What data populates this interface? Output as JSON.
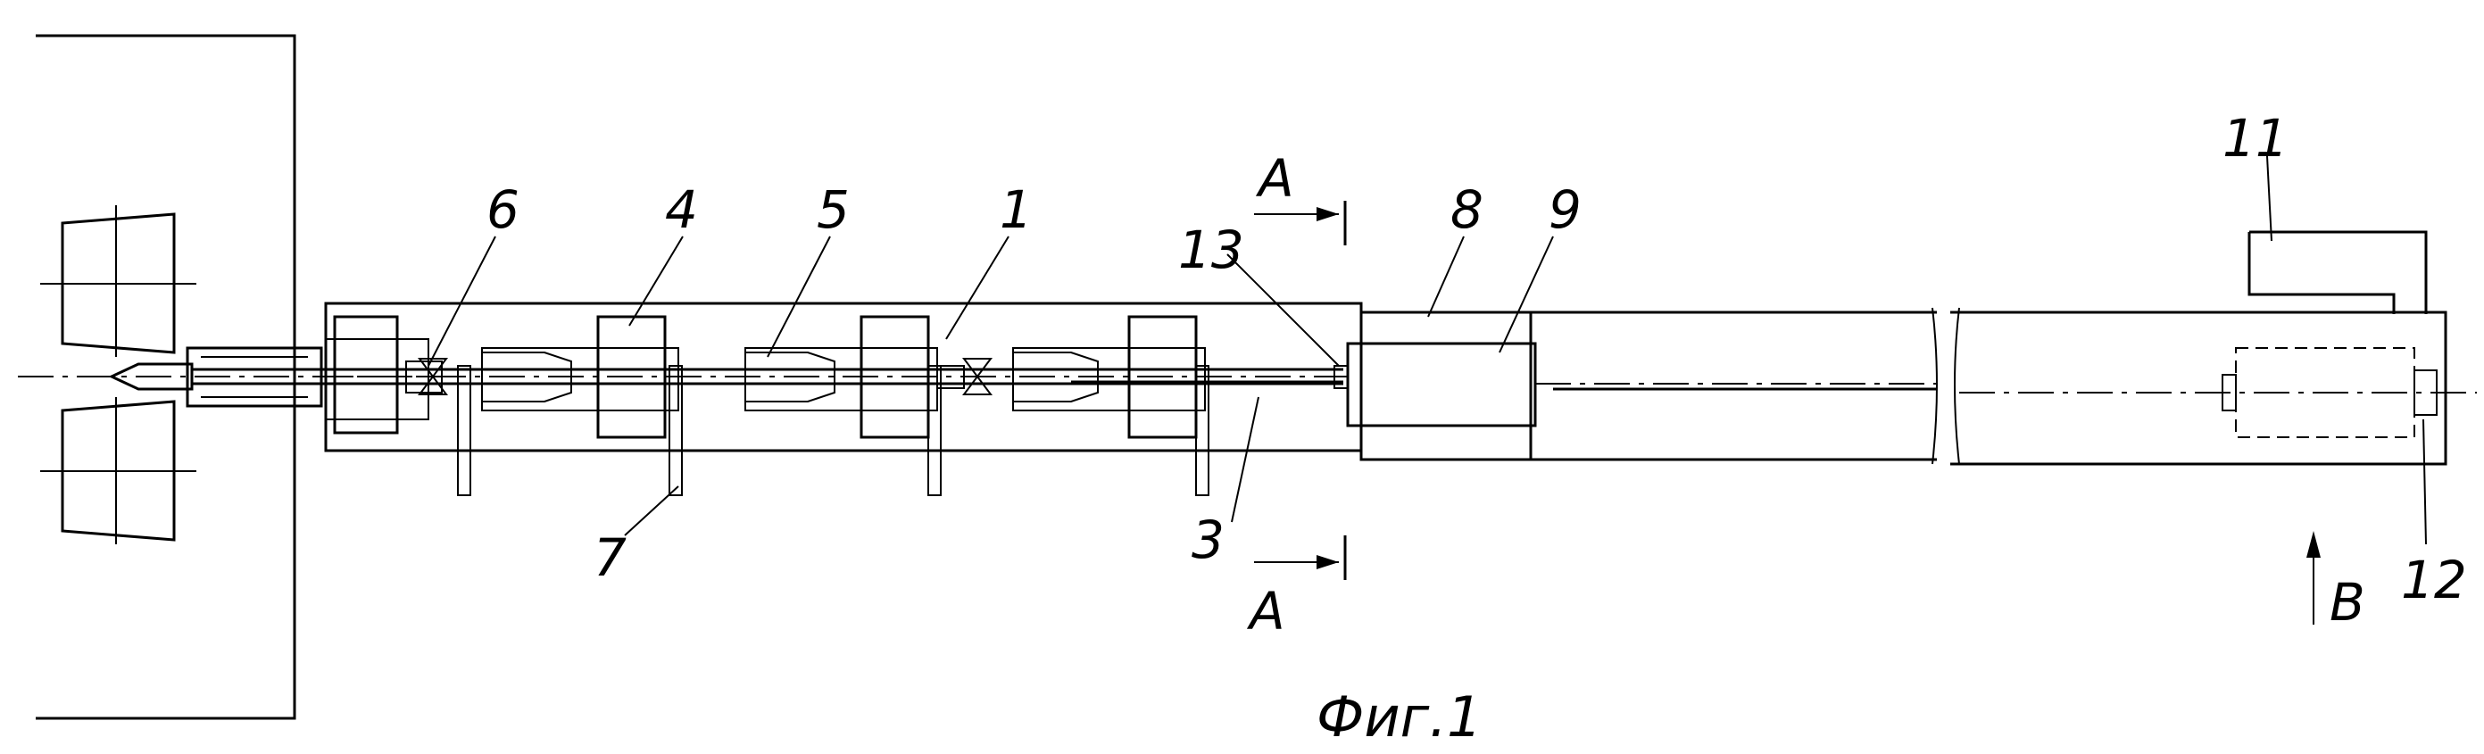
{
  "labels": {
    "l1": "1",
    "l3": "3",
    "l4": "4",
    "l5": "5",
    "l6": "6",
    "l7": "7",
    "l8": "8",
    "l9": "9",
    "l11": "11",
    "l12": "12",
    "l13": "13",
    "sectionTop": "A",
    "sectionBottom": "A",
    "viewB": "B"
  },
  "caption": "Фиг.1"
}
